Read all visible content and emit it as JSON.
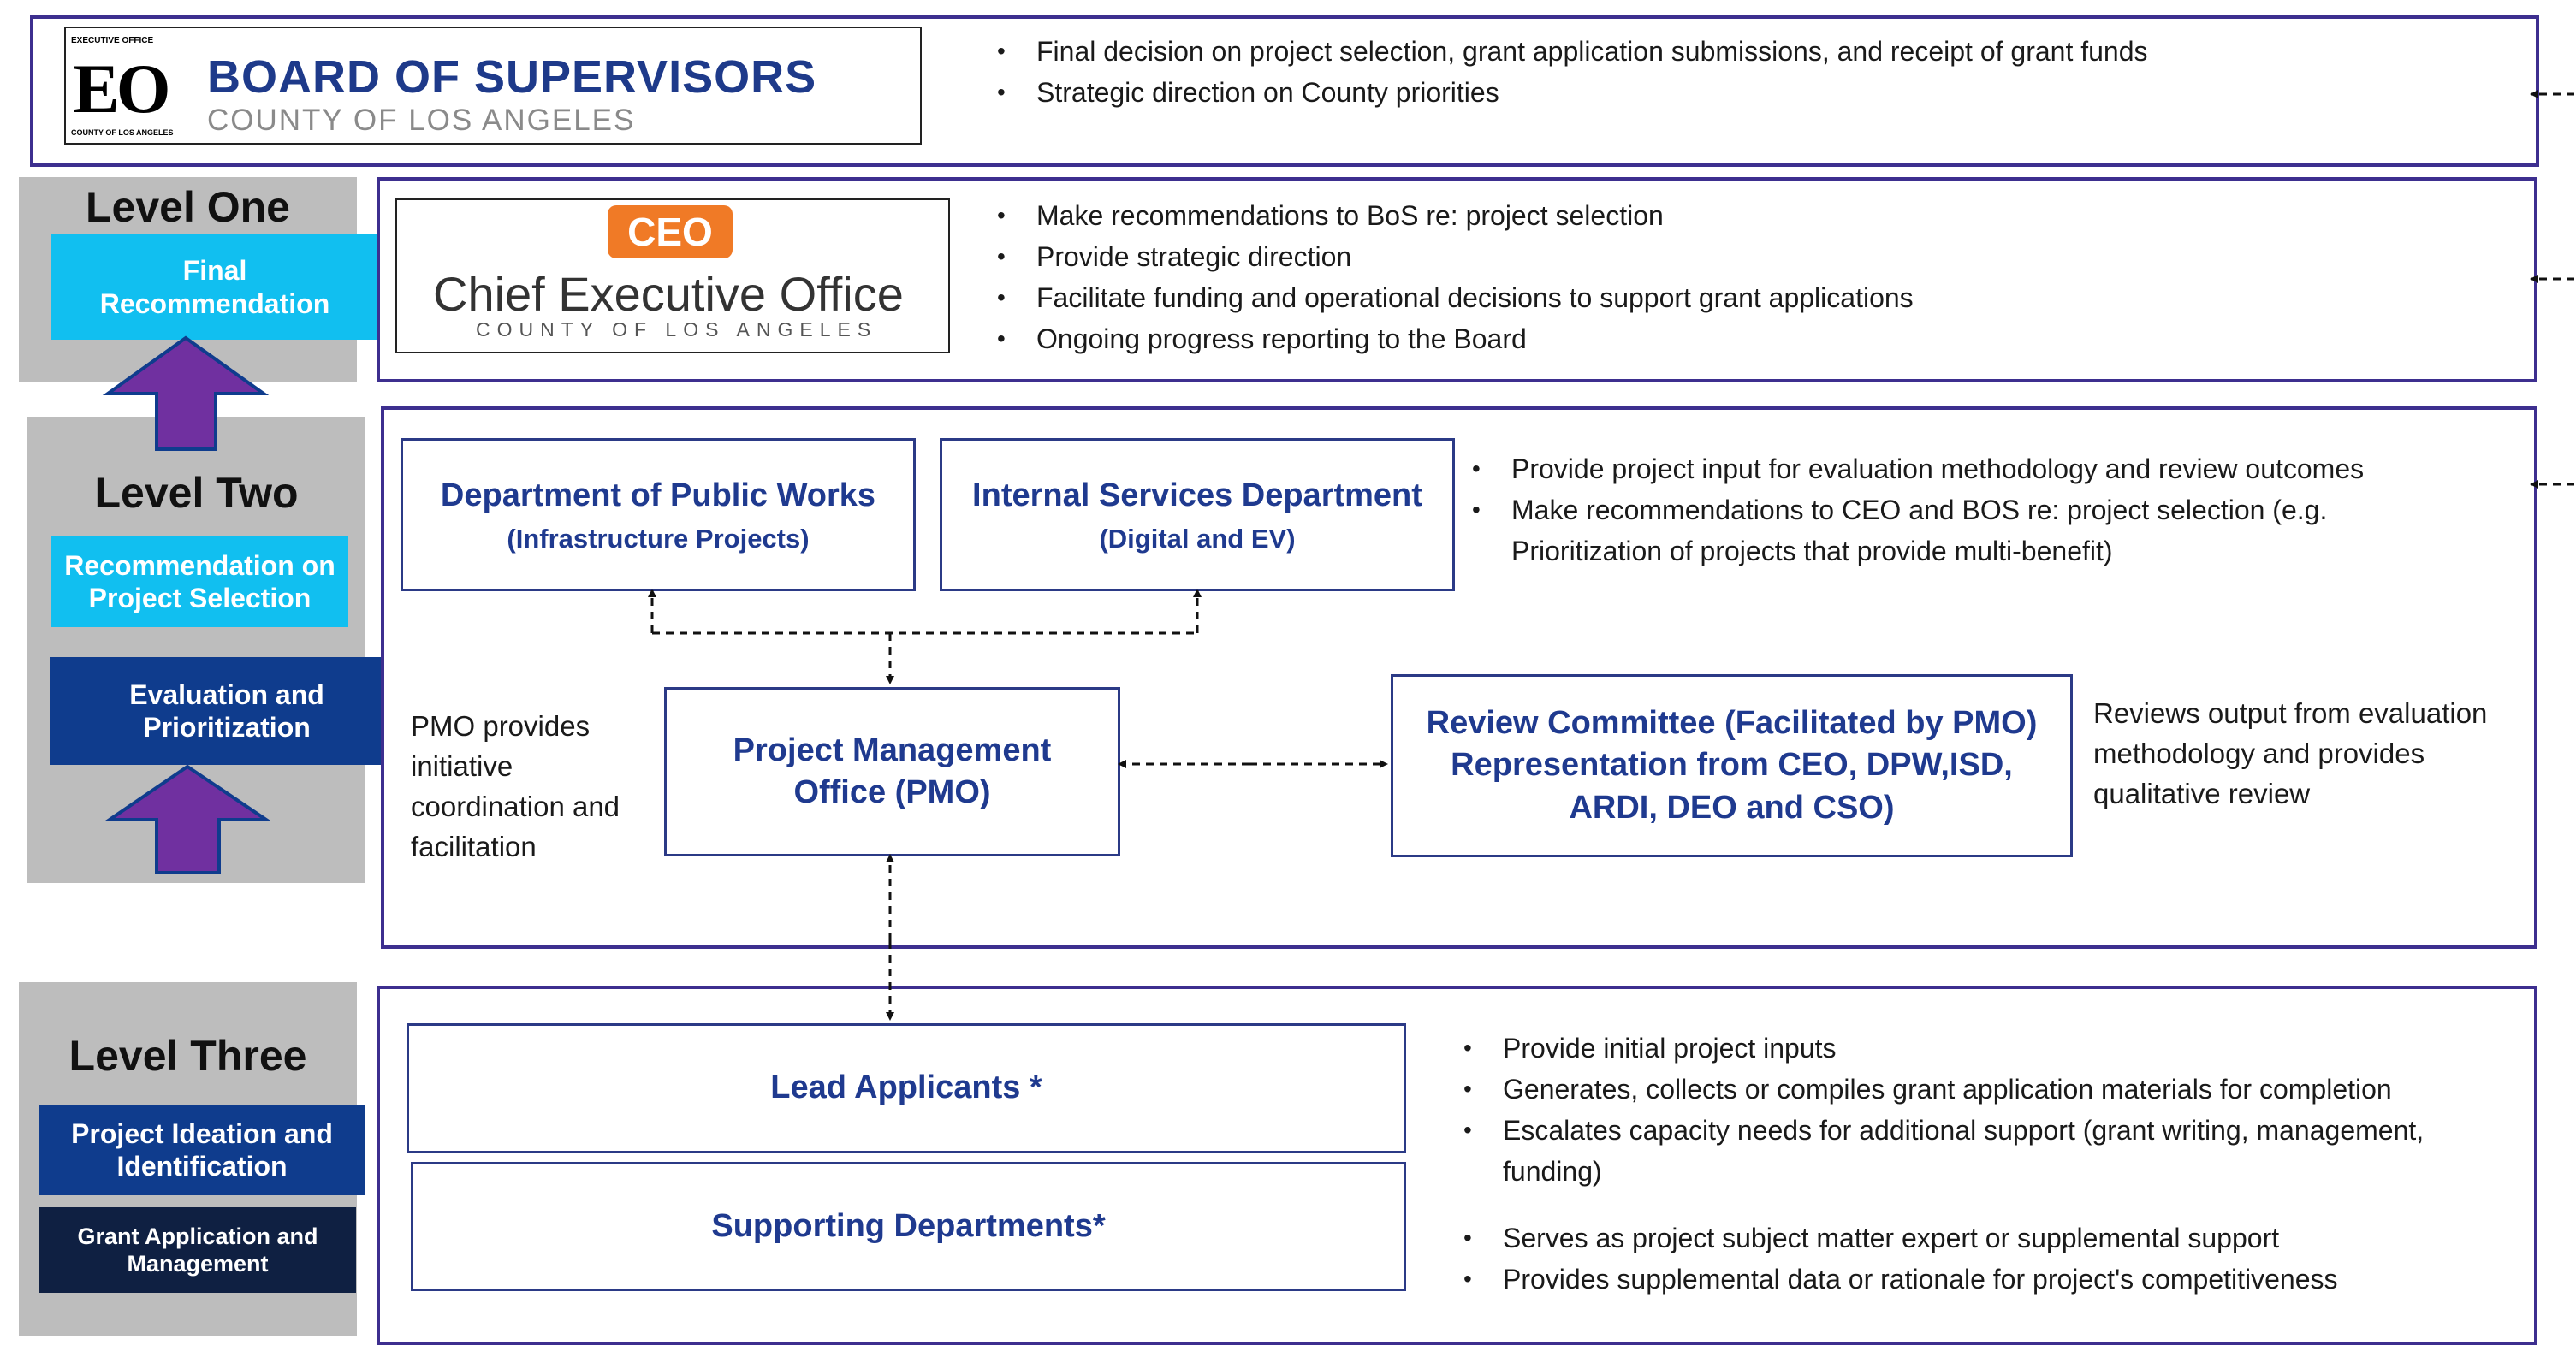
{
  "colors": {
    "band_border": "#3d2f8f",
    "box_border": "#2b3a86",
    "box_text": "#1f3a8f",
    "level_panel": "#bdbdbd",
    "stage_light": "#11bff0",
    "stage_navy": "#0f3c8d",
    "stage_dark": "#0f2042",
    "arrow_purple": "#7030a0",
    "ceo_orange": "#f07a26"
  },
  "board": {
    "logo_mark": "EO",
    "logo_small_top": "EXECUTIVE OFFICE",
    "logo_small_bottom": "COUNTY OF LOS ANGELES",
    "title": "BOARD OF SUPERVISORS",
    "subtitle": "COUNTY OF LOS ANGELES",
    "bullets": [
      "Final decision on project selection,  grant application submissions, and receipt of grant funds",
      "Strategic direction on County priorities"
    ]
  },
  "level_one": {
    "title": "Level One",
    "stage": "Final Recommendation"
  },
  "ceo": {
    "badge": "CEO",
    "title": "Chief Executive Office",
    "subtitle": "COUNTY OF LOS ANGELES",
    "bullets": [
      "Make recommendations to BoS re: project selection",
      "Provide strategic direction",
      "Facilitate funding and operational decisions to support grant applications",
      "Ongoing progress reporting to the Board"
    ]
  },
  "level_two": {
    "title": "Level Two",
    "stage_top": "Recommendation on Project Selection",
    "stage_bottom": "Evaluation and Prioritization"
  },
  "dpw": {
    "title": "Department of Public Works",
    "subtitle": "(Infrastructure Projects)"
  },
  "isd": {
    "title": "Internal Services Department",
    "subtitle": "(Digital and EV)"
  },
  "level_two_bullets": [
    "Provide project input for evaluation methodology and review outcomes",
    "Make recommendations to CEO and BOS re: project selection (e.g. Prioritization of projects that provide multi-benefit)"
  ],
  "pmo": {
    "title": "Project Management Office (PMO)",
    "note": "PMO provides initiative coordination and facilitation"
  },
  "review_committee": {
    "title": "Review Committee (Facilitated by PMO) Representation from CEO, DPW,ISD, ARDI, DEO and CSO)",
    "note": "Reviews output from evaluation methodology and provides qualitative review"
  },
  "level_three": {
    "title": "Level Three",
    "stage_top": "Project Ideation and Identification",
    "stage_bottom": "Grant Application  and Management"
  },
  "lead_applicants": {
    "title": "Lead Applicants *",
    "bullets": [
      "Provide initial project inputs",
      "Generates, collects or compiles grant application materials for completion",
      "Escalates capacity needs for additional support (grant writing, management, funding)"
    ]
  },
  "supporting_departments": {
    "title": "Supporting Departments*",
    "bullets": [
      "Serves as project subject matter expert or supplemental support",
      "Provides supplemental data or rationale for project's competitiveness"
    ]
  }
}
